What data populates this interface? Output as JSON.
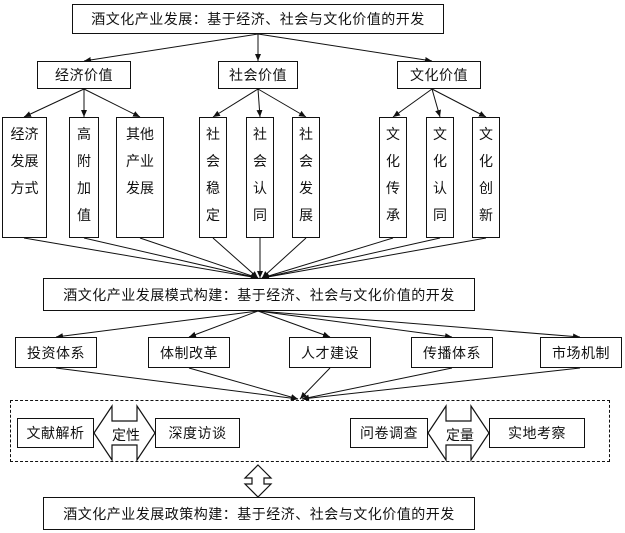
{
  "top_box": "酒文化产业发展：基于经济、社会与文化价值的开发",
  "categories": [
    {
      "label": "经济价值",
      "children": [
        "经济发展方式",
        "高附加值",
        "其他产业发展"
      ]
    },
    {
      "label": "社会价值",
      "children": [
        "社会稳定",
        "社会认同",
        "社会发展"
      ]
    },
    {
      "label": "文化价值",
      "children": [
        "文化传承",
        "文化认同",
        "文化创新"
      ]
    }
  ],
  "mode_box": "酒文化产业发展模式构建：基于经济、社会与文化价值的开发",
  "systems": [
    "投资体系",
    "体制改革",
    "人才建设",
    "传播体系",
    "市场机制"
  ],
  "methods": {
    "qualitative": {
      "left": "文献解析",
      "arrow": "定性",
      "right": "深度访谈"
    },
    "quantitative": {
      "left": "问卷调查",
      "arrow": "定量",
      "right": "实地考察"
    }
  },
  "policy_box": "酒文化产业发展政策构建：基于经济、社会与文化价值的开发"
}
